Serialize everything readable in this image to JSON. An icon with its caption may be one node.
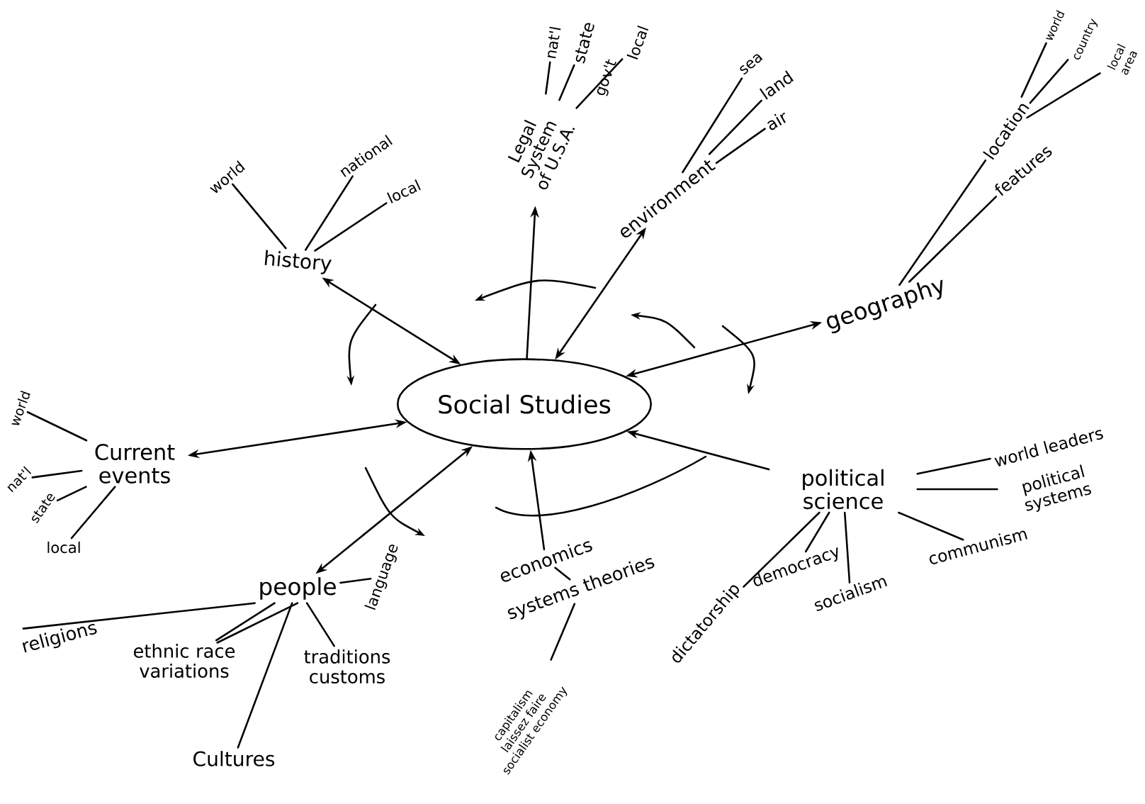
{
  "diagram": {
    "nodes": [
      {
        "text": [
          "Social Studies"
        ]
      },
      {
        "text": [
          "history"
        ]
      },
      {
        "text": [
          "world"
        ]
      },
      {
        "text": [
          "national"
        ]
      },
      {
        "text": [
          "local"
        ]
      },
      {
        "text": [
          "Legal System of U.S.A."
        ]
      },
      {
        "text": [
          "nat'l"
        ]
      },
      {
        "text": [
          "state"
        ]
      },
      {
        "text": [
          "local"
        ]
      },
      {
        "text": [
          "environment"
        ]
      },
      {
        "text": [
          "sea"
        ]
      },
      {
        "text": [
          "land"
        ]
      },
      {
        "text": [
          "air"
        ]
      },
      {
        "text": [
          "geography"
        ]
      },
      {
        "text": [
          "location"
        ]
      },
      {
        "text": [
          "features"
        ]
      },
      {
        "text": [
          "world"
        ]
      },
      {
        "text": [
          "country"
        ]
      },
      {
        "text": [
          "local area"
        ]
      },
      {
        "text": [
          "Current events"
        ]
      },
      {
        "text": [
          "world"
        ]
      },
      {
        "text": [
          "nat'l"
        ]
      },
      {
        "text": [
          "state"
        ]
      },
      {
        "text": [
          "local"
        ]
      },
      {
        "text": [
          "people"
        ]
      },
      {
        "text": [
          "religions"
        ]
      },
      {
        "text": [
          "ethnic race variations"
        ]
      },
      {
        "text": [
          "traditions customs"
        ]
      },
      {
        "text": [
          "Cultures"
        ]
      },
      {
        "text": [
          "language"
        ]
      },
      {
        "text": [
          "economics"
        ]
      },
      {
        "text": [
          "systems theories"
        ]
      },
      {
        "text": [
          "capitalism laissez faire socialist economy"
        ]
      },
      {
        "text": [
          "political science"
        ]
      },
      {
        "text": [
          "world leaders"
        ]
      },
      {
        "text": [
          "political systems"
        ]
      },
      {
        "text": [
          "democracy"
        ]
      },
      {
        "text": [
          "socialism"
        ]
      },
      {
        "text": [
          "communism"
        ]
      },
      {
        "text": [
          "dictatorship"
        ]
      }
    ],
    "edges": [
      {
        "from": 0,
        "to": 1,
        "arrow": "both"
      },
      {
        "from": 0,
        "to": 5,
        "arrow": "to"
      },
      {
        "from": 0,
        "to": 9,
        "arrow": "both"
      },
      {
        "from": 0,
        "to": 13,
        "arrow": "both"
      },
      {
        "from": 0,
        "to": 19,
        "arrow": "both"
      },
      {
        "from": 0,
        "to": 24,
        "arrow": "both"
      },
      {
        "from": 30,
        "to": 0,
        "arrow": "to"
      },
      {
        "from": 33,
        "to": 0,
        "arrow": "to"
      },
      {
        "from": 1,
        "to": 2,
        "arrow": "none"
      },
      {
        "from": 1,
        "to": 3,
        "arrow": "none"
      },
      {
        "from": 1,
        "to": 4,
        "arrow": "none"
      },
      {
        "from": 5,
        "to": 6,
        "arrow": "none"
      },
      {
        "from": 5,
        "to": 7,
        "arrow": "none"
      },
      {
        "from": 5,
        "to": 8,
        "arrow": "none"
      },
      {
        "from": 9,
        "to": 10,
        "arrow": "none"
      },
      {
        "from": 9,
        "to": 11,
        "arrow": "none"
      },
      {
        "from": 9,
        "to": 12,
        "arrow": "none"
      },
      {
        "from": 13,
        "to": 14,
        "arrow": "none"
      },
      {
        "from": 13,
        "to": 15,
        "arrow": "none"
      },
      {
        "from": 14,
        "to": 16,
        "arrow": "none"
      },
      {
        "from": 14,
        "to": 17,
        "arrow": "none"
      },
      {
        "from": 14,
        "to": 18,
        "arrow": "none"
      },
      {
        "from": 19,
        "to": 20,
        "arrow": "none"
      },
      {
        "from": 19,
        "to": 21,
        "arrow": "none"
      },
      {
        "from": 19,
        "to": 22,
        "arrow": "none"
      },
      {
        "from": 19,
        "to": 23,
        "arrow": "none"
      },
      {
        "from": 24,
        "to": 25,
        "arrow": "none"
      },
      {
        "from": 24,
        "to": 26,
        "arrow": "none"
      },
      {
        "from": 24,
        "to": 26,
        "arrow": "none"
      },
      {
        "from": 24,
        "to": 28,
        "arrow": "none"
      },
      {
        "from": 24,
        "to": 27,
        "arrow": "none"
      },
      {
        "from": 24,
        "to": 29,
        "arrow": "none"
      },
      {
        "from": 30,
        "to": 31,
        "arrow": "none"
      },
      {
        "from": 31,
        "to": 32,
        "arrow": "none"
      },
      {
        "from": 33,
        "to": 34,
        "arrow": "none"
      },
      {
        "from": 33,
        "to": 35,
        "arrow": "none"
      },
      {
        "from": 33,
        "to": 36,
        "arrow": "none"
      },
      {
        "from": 33,
        "to": 37,
        "arrow": "none"
      },
      {
        "from": 33,
        "to": 38,
        "arrow": "none"
      },
      {
        "from": 33,
        "to": 39,
        "arrow": "none"
      }
    ],
    "labels": [
      "gov't"
    ]
  }
}
